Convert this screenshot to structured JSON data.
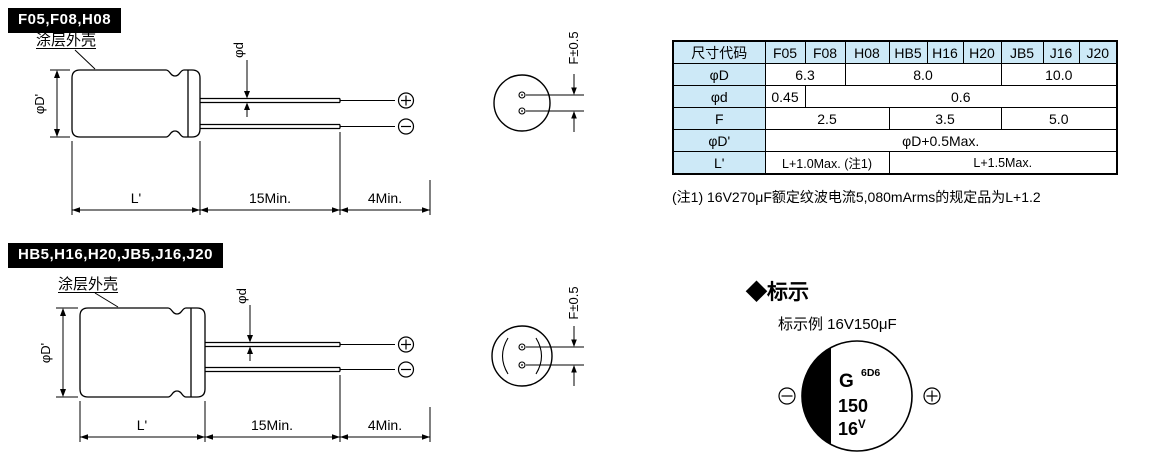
{
  "diagram_top": {
    "group_label": "F05,F08,H08",
    "sleeve_label": "涂层外壳",
    "dims": {
      "body_diameter": "φD'",
      "lead_diameter": "φd",
      "body_length": "L'",
      "lead_length": "15Min.",
      "lead_tip": "4Min.",
      "lead_pitch": "F±0.5"
    }
  },
  "diagram_bottom": {
    "group_label": "HB5,H16,H20,JB5,J16,J20",
    "sleeve_label": "涂层外壳",
    "dims": {
      "body_diameter": "φD'",
      "lead_diameter": "φd",
      "body_length": "L'",
      "lead_length": "15Min.",
      "lead_tip": "4Min.",
      "lead_pitch": "F±0.5"
    }
  },
  "table": {
    "header": [
      "尺寸代码",
      "F05",
      "F08",
      "H08",
      "HB5",
      "H16",
      "H20",
      "JB5",
      "J16",
      "J20"
    ],
    "rows": [
      {
        "label": "φD",
        "cells": [
          "6.3",
          "8.0",
          "10.0"
        ]
      },
      {
        "label": "φd",
        "cells": [
          "0.45",
          "0.6"
        ]
      },
      {
        "label": "F",
        "cells": [
          "2.5",
          "3.5",
          "5.0"
        ]
      },
      {
        "label": "φD'",
        "cells": [
          "φD+0.5Max."
        ]
      },
      {
        "label": "L'",
        "cells": [
          "L+1.0Max. (注1)",
          "L+1.5Max."
        ]
      }
    ],
    "note": "(注1) 16V270μF额定纹波电流5,080mArms的规定品为L+1.2"
  },
  "marking": {
    "section_title": "◆标示",
    "example_label": "标示例 16V150μF",
    "series_letter": "G",
    "lot_code": "6D6",
    "capacitance": "150",
    "voltage": "16",
    "voltage_unit": "V"
  },
  "colors": {
    "table_header_bg": "#cde9f7",
    "line": "#000000",
    "label_box_bg": "#000000"
  }
}
